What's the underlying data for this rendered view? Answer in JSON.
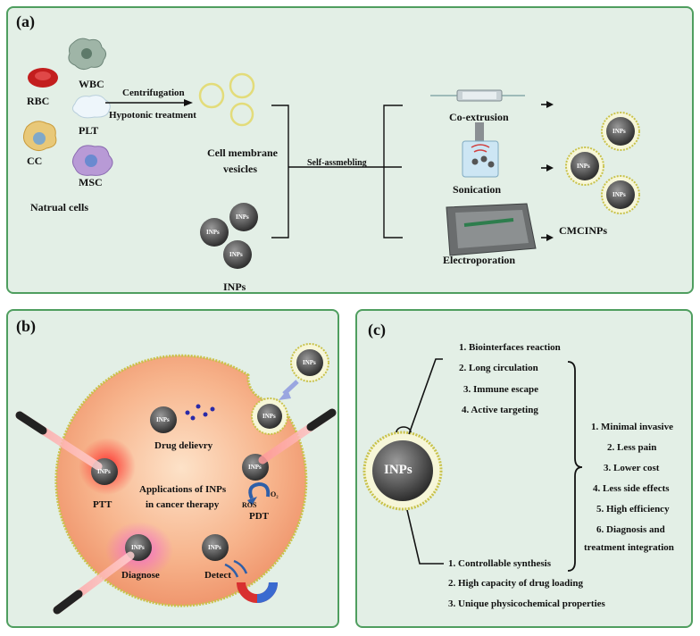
{
  "panel_a": {
    "label": "(a)",
    "cells": {
      "rbc": "RBC",
      "wbc": "WBC",
      "plt": "PLT",
      "cc": "CC",
      "msc": "MSC",
      "group": "Natrual cells"
    },
    "step1": {
      "line1": "Centrifugation",
      "line2": "Hypotonic treatment"
    },
    "vesicles": {
      "line1": "Cell membrane",
      "line2": "vesicles"
    },
    "inps_label": "INPs",
    "np_text": "INPs",
    "self_assembling": "Self-assmebling",
    "methods": [
      "Co-extrusion",
      "Sonication",
      "Electroporation"
    ],
    "product": "CMCINPs"
  },
  "panel_b": {
    "label": "(b)",
    "center_line1": "Applications of INPs",
    "center_line2": "in cancer therapy",
    "drug_delivery": "Drug delievry",
    "ptt": "PTT",
    "pdt": "PDT",
    "ros": "ROS",
    "o2": "O₂",
    "diagnose": "Diagnose",
    "detect": "Detect",
    "np_text": "INPs"
  },
  "panel_c": {
    "label": "(c)",
    "np_text": "INPs",
    "top_list": [
      "1. Biointerfaces reaction",
      "2. Long circulation",
      "3. Immune escape",
      "4. Active targeting"
    ],
    "right_list": [
      "1. Minimal invasive",
      "2. Less pain",
      "3. Lower cost",
      "4. Less side effects",
      "5. High efficiency",
      "6. Diagnosis and",
      "treatment integration"
    ],
    "bottom_list": [
      "1. Controllable synthesis",
      "2. High capacity of drug loading",
      "3. Unique physicochemical properties"
    ]
  },
  "colors": {
    "panel_bg": "#e3efe6",
    "panel_border": "#4f9e5f",
    "cell_fill": "#f4a27a",
    "np_fill": "#5a5a5a",
    "membrane": "#c9c24a"
  }
}
